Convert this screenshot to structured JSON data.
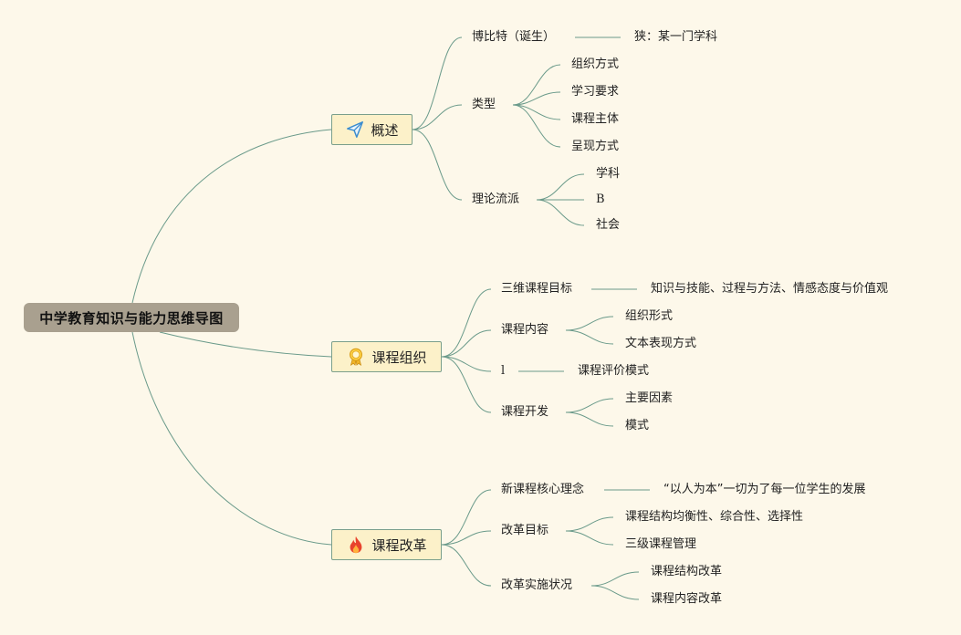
{
  "root": "中学教育知识与能力思维导图",
  "sec1": {
    "title": "概述",
    "icon": "paper-plane-icon",
    "birth": "博比特（诞生）",
    "birth_note": "狭：某一门学科",
    "types": "类型",
    "type_items": [
      "组织方式",
      "学习要求",
      "课程主体",
      "呈现方式"
    ],
    "theory": "理论流派",
    "theory_items": [
      "学科",
      "B",
      "社会"
    ]
  },
  "sec2": {
    "title": "课程组织",
    "icon": "award-medal-icon",
    "goal": "三维课程目标",
    "goal_note": "知识与技能、过程与方法、情感态度与价值观",
    "content": "课程内容",
    "content_items": [
      "组织形式",
      "文本表现方式"
    ],
    "eval": "l",
    "eval_note": "课程评价模式",
    "dev": "课程开发",
    "dev_items": [
      "主要因素",
      "模式"
    ]
  },
  "sec3": {
    "title": "课程改革",
    "icon": "fire-icon",
    "idea": "新课程核心理念",
    "idea_note": "“以人为本”一切为了每一位学生的发展",
    "target": "改革目标",
    "target_items": [
      "课程结构均衡性、综合性、选择性",
      "三级课程管理"
    ],
    "impl": "改革实施状况",
    "impl_items": [
      "课程结构改革",
      "课程内容改革"
    ]
  },
  "colors": {
    "background": "#fdf8ea",
    "root": "#a9a08f",
    "node_fill": "#fcf1c9",
    "link": "#6a9a8a"
  }
}
